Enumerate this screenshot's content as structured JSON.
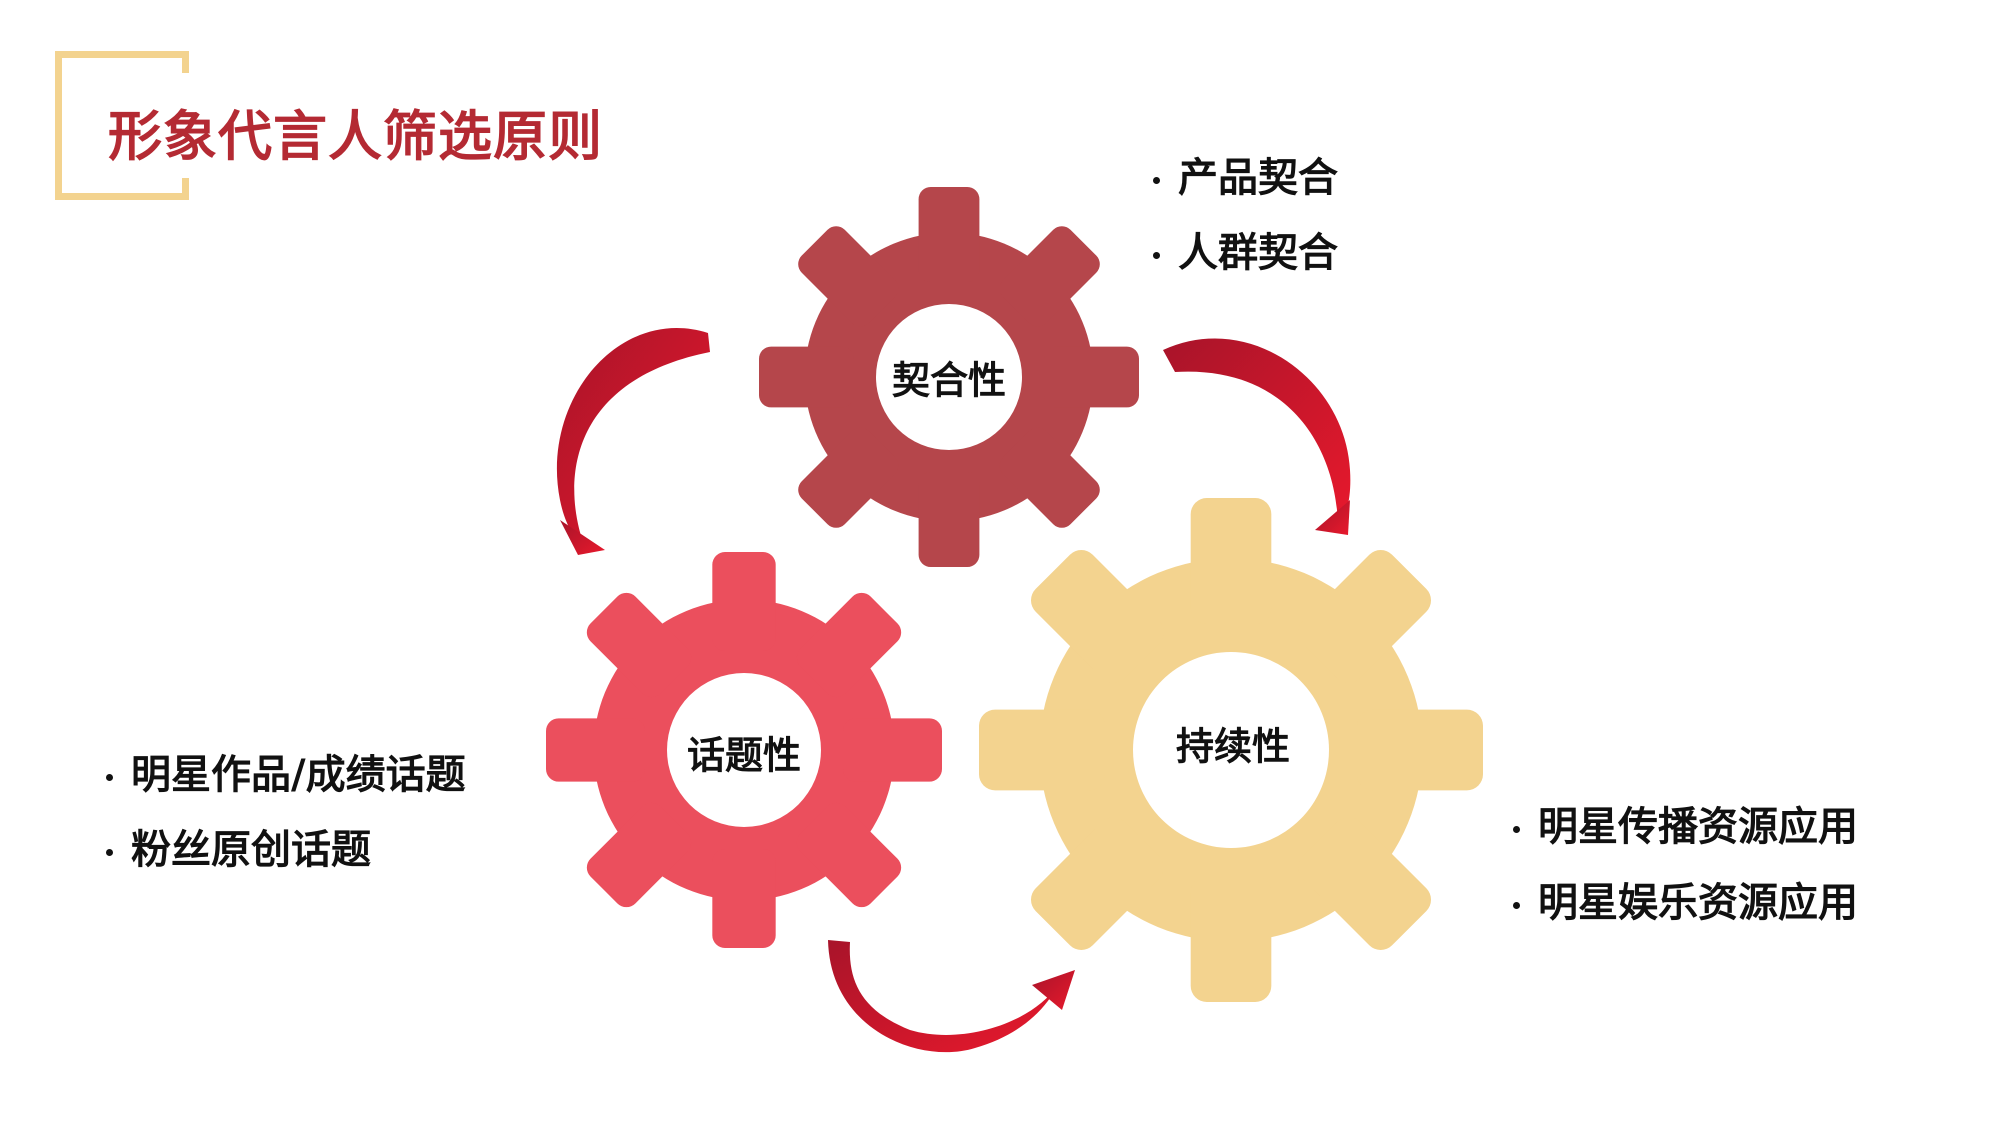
{
  "title": "形象代言人筛选原则",
  "colors": {
    "accent": "#f3d38f",
    "title": "#b42a33",
    "gear_top": "#b5464b",
    "gear_left": "#eb4f5d",
    "gear_right": "#f3d38f",
    "arrow_dark": "#a8142a",
    "arrow_light": "#e8192c"
  },
  "gears": [
    {
      "label": "契合性",
      "bullets": [
        "产品契合",
        "人群契合"
      ]
    },
    {
      "label": "话题性",
      "bullets": [
        "明星作品/成绩话题",
        "粉丝原创话题"
      ]
    },
    {
      "label": "持续性",
      "bullets": [
        "明星传播资源应用",
        "明星娱乐资源应用"
      ]
    }
  ]
}
